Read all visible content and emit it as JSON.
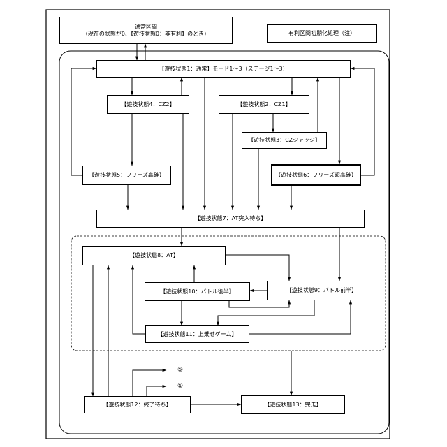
{
  "top": {
    "normal_title": "通常区間",
    "normal_subtitle": "（現在の状態が0、【遊技状態0：非有利】のとき）",
    "reset_note": "有利区間初期化処理（注）"
  },
  "states": {
    "s1": "【遊技状態1：通常】モード1〜3（ステージ1〜3）",
    "s4": "【遊技状態4：CZ2】",
    "s2": "【遊技状態2：CZ1】",
    "s3": "【遊技状態3：CZジャッジ】",
    "s5": "【遊技状態5：フリーズ高確】",
    "s6": "【遊技状態6：フリーズ超高確】",
    "s7": "【遊技状態7：AT突入待ち】",
    "s8": "【遊技状態8：AT】",
    "s10": "【遊技状態10：バトル後半】",
    "s9": "【遊技状態9：バトル前半】",
    "s11": "【遊技状態11：上乗せゲーム】",
    "s12": "【遊技状態12：終了待ち】",
    "s13": "【遊技状態13：完走】"
  },
  "markers": {
    "m5": "⑤",
    "m1": "①"
  }
}
